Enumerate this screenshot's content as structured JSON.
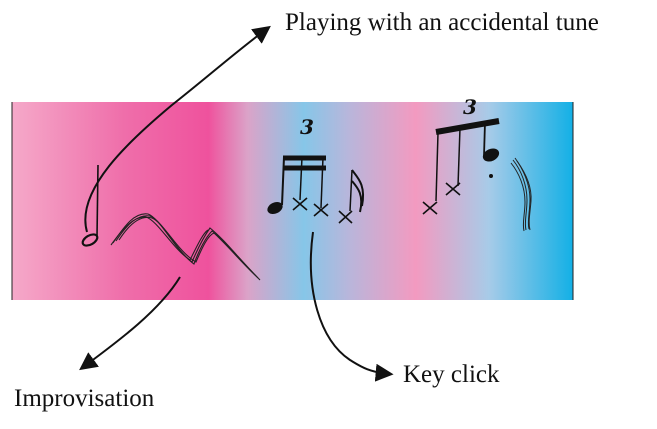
{
  "labels": {
    "top": "Playing with an accidental tune",
    "bottom_left": "Improvisation",
    "bottom_center": "Key click"
  },
  "tuplets": {
    "first": "3",
    "second": "3"
  },
  "colors": {
    "pink": "#f3a3c6",
    "magenta": "#ef5aa0",
    "sky_blue": "#86c6e6",
    "cyan": "#1fb2e6",
    "ink": "#111111"
  },
  "icons": [
    "whole-note-icon",
    "scribble-zigzag-icon",
    "sixteenth-triplet-icon",
    "eighth-triplet-icon",
    "scribble-squiggle-icon"
  ]
}
